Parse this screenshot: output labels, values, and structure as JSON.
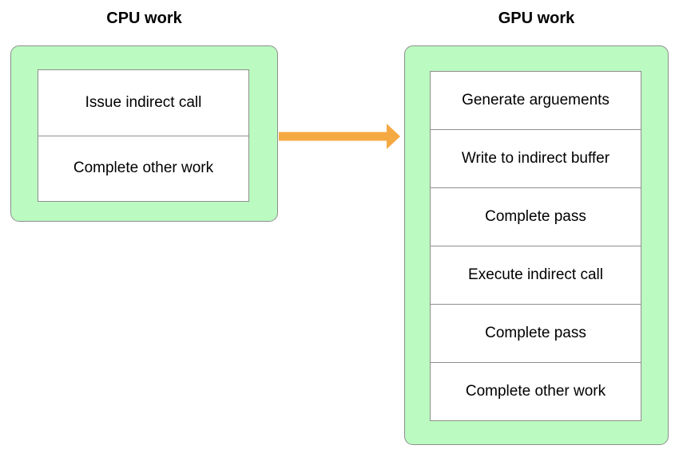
{
  "diagram": {
    "cpu": {
      "title": "CPU work",
      "steps": [
        "Issue indirect call",
        "Complete other work"
      ]
    },
    "gpu": {
      "title": "GPU work",
      "steps": [
        "Generate arguements",
        "Write to indirect buffer",
        "Complete pass",
        "Execute indirect call",
        "Complete pass",
        "Complete other work"
      ]
    },
    "arrow": {
      "from": "CPU work",
      "to": "GPU work",
      "direction": "left-to-right",
      "color": "#F5A942"
    }
  },
  "colors": {
    "panel_fill": "#BBFAC0",
    "panel_border": "#8E8E8E",
    "box_border": "#8E8E8E",
    "bg": "#FFFFFF",
    "text": "#000000"
  }
}
